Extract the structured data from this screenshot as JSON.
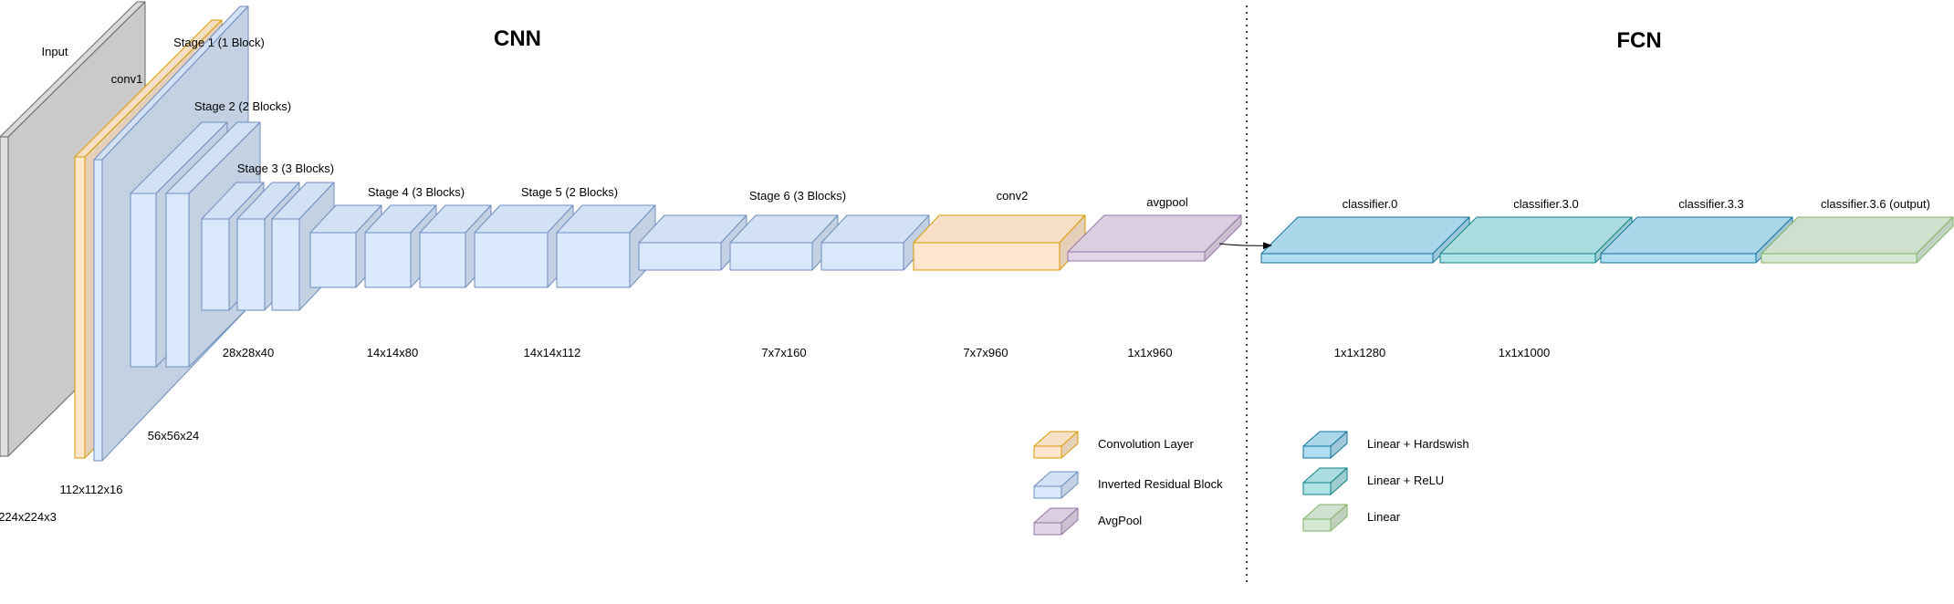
{
  "sections": {
    "cnn_title": "CNN",
    "fcn_title": "FCN"
  },
  "colors": {
    "input": "#e0e0e0",
    "conv": "#ffe6cc",
    "conv_stroke": "#d79b00",
    "invres": "#dae8fc",
    "invres_stroke": "#6c8ebf",
    "pool": "#e1d5e7",
    "pool_stroke": "#9673a6",
    "hardswish": "#b1ddf0",
    "hardswish_stroke": "#10739e",
    "relu": "#b0e3e6",
    "relu_stroke": "#0e8088",
    "linear": "#d5e8d4",
    "linear_stroke": "#82b366"
  },
  "layers": [
    {
      "name": "Input",
      "type": "input"
    },
    {
      "name": "conv1",
      "type": "conv"
    },
    {
      "name": "Stage 1 (1 Block)",
      "type": "invres"
    },
    {
      "name": "Stage 2 (2 Blocks)",
      "type": "invres"
    },
    {
      "name": "Stage 3 (3 Blocks)",
      "type": "invres"
    },
    {
      "name": "Stage 4 (3 Blocks)",
      "type": "invres"
    },
    {
      "name": "Stage 5 (2 Blocks)",
      "type": "invres"
    },
    {
      "name": "Stage 6 (3 Blocks)",
      "type": "invres"
    },
    {
      "name": "conv2",
      "type": "conv"
    },
    {
      "name": "avgpool",
      "type": "pool"
    },
    {
      "name": "classifier.0",
      "type": "hardswish"
    },
    {
      "name": "classifier.3.0",
      "type": "relu"
    },
    {
      "name": "classifier.3.3",
      "type": "hardswish"
    },
    {
      "name": "classifier.3.6 (output)",
      "type": "linear"
    }
  ],
  "dimensions": [
    "224x224x3",
    "112x112x16",
    "56x56x24",
    "28x28x40",
    "14x14x80",
    "14x14x112",
    "7x7x160",
    "7x7x960",
    "1x1x960",
    "1x1x1280",
    "1x1x1000"
  ],
  "legend": {
    "conv": "Convolution Layer",
    "invres": "Inverted Residual Block",
    "pool": "AvgPool",
    "hardswish": "Linear + Hardswish",
    "relu": "Linear + ReLU",
    "linear": "Linear"
  }
}
